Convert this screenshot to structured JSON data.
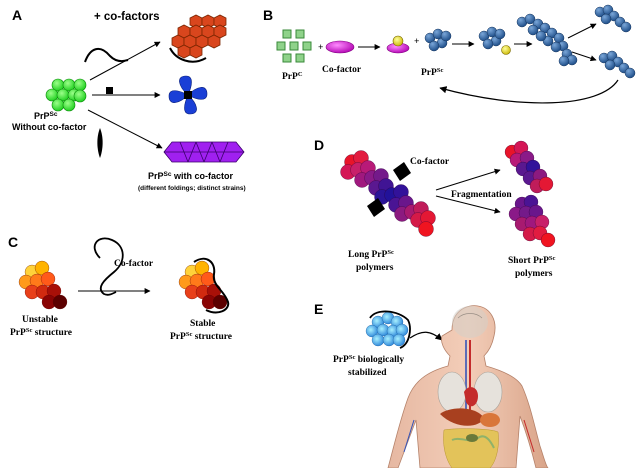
{
  "panels": {
    "a": {
      "letter": "A",
      "cofactors": "+ co-factors",
      "prp_base": "PrP",
      "prp_sup": "Sc",
      "without": "Without co-factor",
      "with_base": "PrP",
      "with_sup": "Sc",
      "with_text": " with co-factor",
      "strains": "(different foldings; distinct strains)"
    },
    "b": {
      "letter": "B",
      "prpc_base": "PrP",
      "prpc_sup": "C",
      "plus1": "+",
      "plus2": "+",
      "cofactor": "Co-factor",
      "prpsc_base": "PrP",
      "prpsc_sup": "Sc"
    },
    "c": {
      "letter": "C",
      "cofactor": "Co-factor",
      "unstable1": "Unstable",
      "unstable_base": "PrP",
      "unstable_sup": "Sc",
      "unstable_tail": " structure",
      "stable1": "Stable",
      "stable_base": "PrP",
      "stable_sup": "Sc",
      "stable_tail": " structure"
    },
    "d": {
      "letter": "D",
      "cofactor": "Co-factor",
      "fragmentation": "Fragmentation",
      "long1": "Long PrP",
      "long_sup": "Sc",
      "long2": "polymers",
      "short1": "Short PrP",
      "short_sup": "Sc",
      "short2": "polymers"
    },
    "e": {
      "letter": "E",
      "bio_base": "PrP",
      "bio_sup": "Sc",
      "bio_tail": " biologically",
      "bio2": "stabilized"
    }
  }
}
